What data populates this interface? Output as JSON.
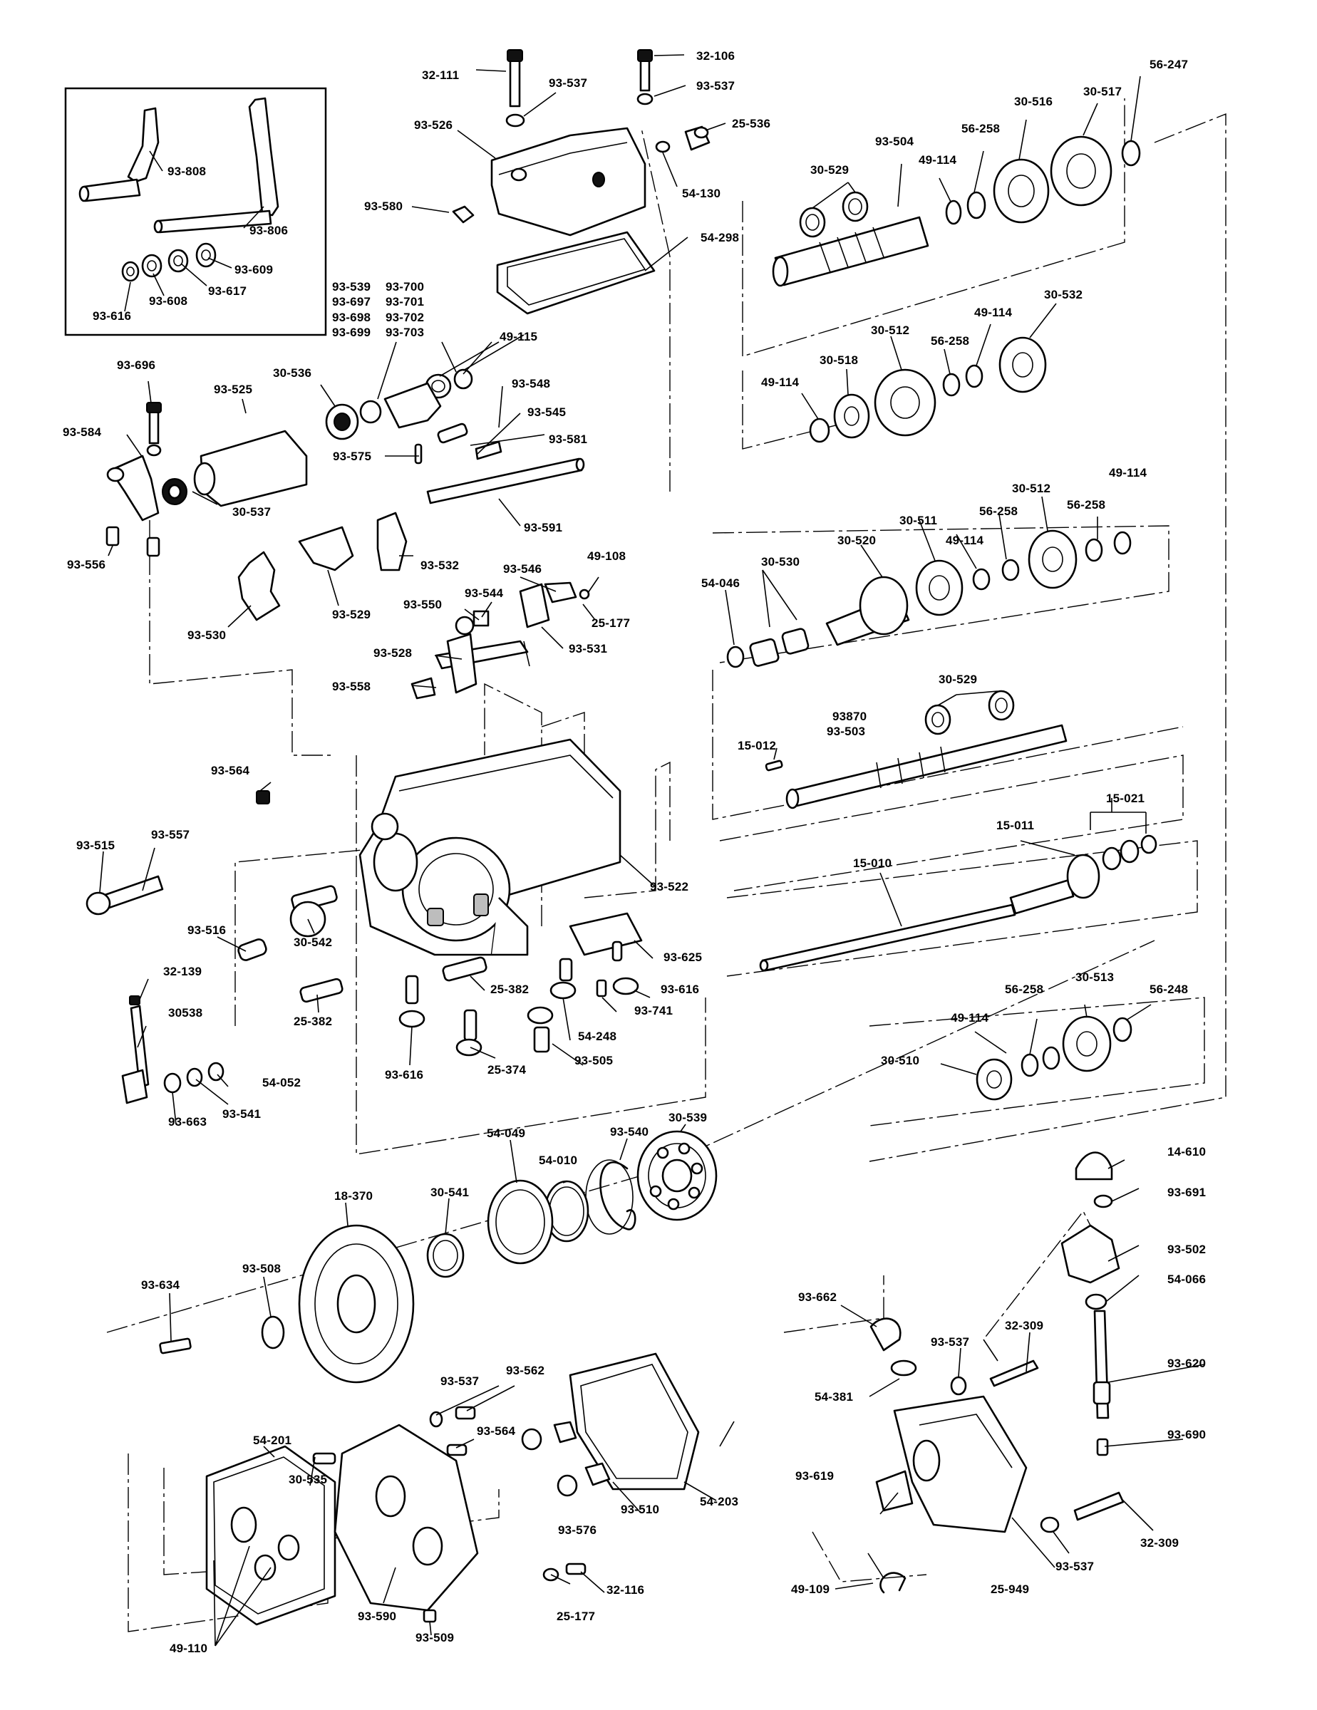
{
  "parts": {
    "p_32_111": "32-111",
    "p_93_537_a": "93-537",
    "p_32_106": "32-106",
    "p_93_537_b": "93-537",
    "p_25_536": "25-536",
    "p_93_526": "93-526",
    "p_54_130": "54-130",
    "p_93_580": "93-580",
    "p_54_298": "54-298",
    "p_93_808": "93-808",
    "p_93_806": "93-806",
    "p_93_609": "93-609",
    "p_93_617": "93-617",
    "p_93_608": "93-608",
    "p_93_616_a": "93-616",
    "p_93_539": "93-539",
    "p_93_697": "93-697",
    "p_93_698": "93-698",
    "p_93_699": "93-699",
    "p_93_700": "93-700",
    "p_93_701": "93-701",
    "p_93_702": "93-702",
    "p_93_703": "93-703",
    "p_49_115": "49-115",
    "p_93_696": "93-696",
    "p_93_525": "93-525",
    "p_30_536": "30-536",
    "p_93_548": "93-548",
    "p_93_545": "93-545",
    "p_93_581": "93-581",
    "p_93_584": "93-584",
    "p_93_575": "93-575",
    "p_30_537": "30-537",
    "p_93_591": "93-591",
    "p_93_556": "93-556",
    "p_93_532": "93-532",
    "p_93_546": "93-546",
    "p_49_108": "49-108",
    "p_93_530": "93-530",
    "p_93_529": "93-529",
    "p_93_550": "93-550",
    "p_93_544": "93-544",
    "p_25_177_a": "25-177",
    "p_93_528": "93-528",
    "p_93_531": "93-531",
    "p_93_558": "93-558",
    "p_56_247": "56-247",
    "p_30_517": "30-517",
    "p_30_516": "30-516",
    "p_93_504": "93-504",
    "p_56_258_a": "56-258",
    "p_30_529_a": "30-529",
    "p_49_114_a": "49-114",
    "p_30_532": "30-532",
    "p_30_512_a": "30-512",
    "p_49_114_b": "49-114",
    "p_56_258_b": "56-258",
    "p_30_518": "30-518",
    "p_49_114_c": "49-114",
    "p_49_114_d": "49-114",
    "p_30_512_b": "30-512",
    "p_30_511": "30-511",
    "p_56_258_c": "56-258",
    "p_56_258_d": "56-258",
    "p_30_520": "30-520",
    "p_49_114_e": "49-114",
    "p_30_530": "30-530",
    "p_54_046": "54-046",
    "p_30_529_b": "30-529",
    "p_93870": "93870",
    "p_93_503": "93-503",
    "p_15_012": "15-012",
    "p_15_021": "15-021",
    "p_15_011": "15-011",
    "p_15_010": "15-010",
    "p_93_564_a": "93-564",
    "p_93_515": "93-515",
    "p_93_557": "93-557",
    "p_93_522": "93-522",
    "p_93_516": "93-516",
    "p_30_542": "30-542",
    "p_93_625": "93-625",
    "p_32_139": "32-139",
    "p_30538": "30538",
    "p_25_382_a": "25-382",
    "p_25_382_b": "25-382",
    "p_93_616_b": "93-616",
    "p_93_741": "93-741",
    "p_54_248": "54-248",
    "p_54_052": "54-052",
    "p_93_616_c": "93-616",
    "p_25_374": "25-374",
    "p_93_505": "93-505",
    "p_93_663": "93-663",
    "p_93_541": "93-541",
    "p_56_258_e": "56-258",
    "p_30_513": "30-513",
    "p_56_248": "56-248",
    "p_49_114_f": "49-114",
    "p_30_510": "30-510",
    "p_30_539": "30-539",
    "p_93_540": "93-540",
    "p_54_049": "54-049",
    "p_54_010": "54-010",
    "p_30_541": "30-541",
    "p_18_370": "18-370",
    "p_14_610": "14-610",
    "p_93_691": "93-691",
    "p_93_502": "93-502",
    "p_54_066": "54-066",
    "p_93_634": "93-634",
    "p_93_508": "93-508",
    "p_93_662": "93-662",
    "p_32_309_a": "32-309",
    "p_93_537_c": "93-537",
    "p_93_620": "93-620",
    "p_54_381": "54-381",
    "p_93_537_d": "93-537",
    "p_93_562": "93-562",
    "p_93_564_b": "93-564",
    "p_54_201": "54-201",
    "p_30_535": "30-535",
    "p_93_510": "93-510",
    "p_54_203": "54-203",
    "p_93_576": "93-576",
    "p_93_690": "93-690",
    "p_93_619": "93-619",
    "p_32_309_b": "32-309",
    "p_93_537_e": "93-537",
    "p_93_590": "93-590",
    "p_32_116": "32-116",
    "p_25_177_b": "25-177",
    "p_49_110": "49-110",
    "p_93_509": "93-509",
    "p_49_109": "49-109",
    "p_25_949": "25-949"
  },
  "icons": {
    "bolt": "hex-bolt-icon",
    "washer": "flat-washer-icon",
    "gear": "spur-gear-icon",
    "bearing": "needle-bearing-icon",
    "sprocket": "chain-sprocket-icon",
    "ball_bearing": "ball-bearing-icon",
    "ring": "snap-ring-icon",
    "housing": "transmission-case-icon"
  }
}
